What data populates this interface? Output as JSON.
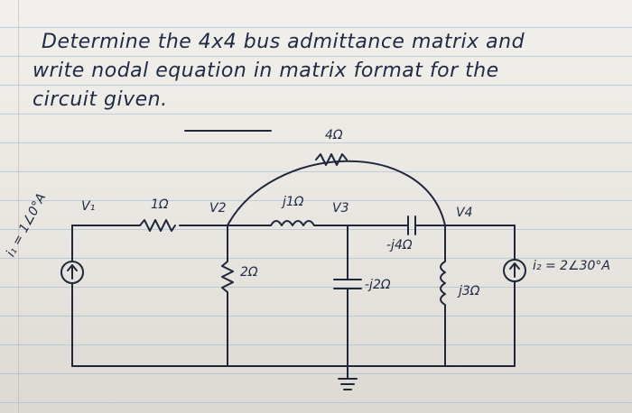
{
  "question": {
    "line1": "Determine the 4x4 bus admittance matrix and",
    "line2": "write nodal equation in matrix format for the",
    "line3": "circuit given."
  },
  "circuit": {
    "nodes": [
      "V₁",
      "V2",
      "V3",
      "V4"
    ],
    "elements": {
      "r_v1_v2": "1Ω",
      "l_v2_v3": "j1Ω",
      "c_v3_v4": "-j4Ω",
      "r_v2_v4": "4Ω",
      "r_v2_gnd": "2Ω",
      "c_v3_gnd": "-j2Ω",
      "l_v4_gnd": "j3Ω"
    },
    "sources": {
      "i1": "i₁ = 1∠0°A",
      "i2": "i₂ = 2∠30°A"
    }
  }
}
